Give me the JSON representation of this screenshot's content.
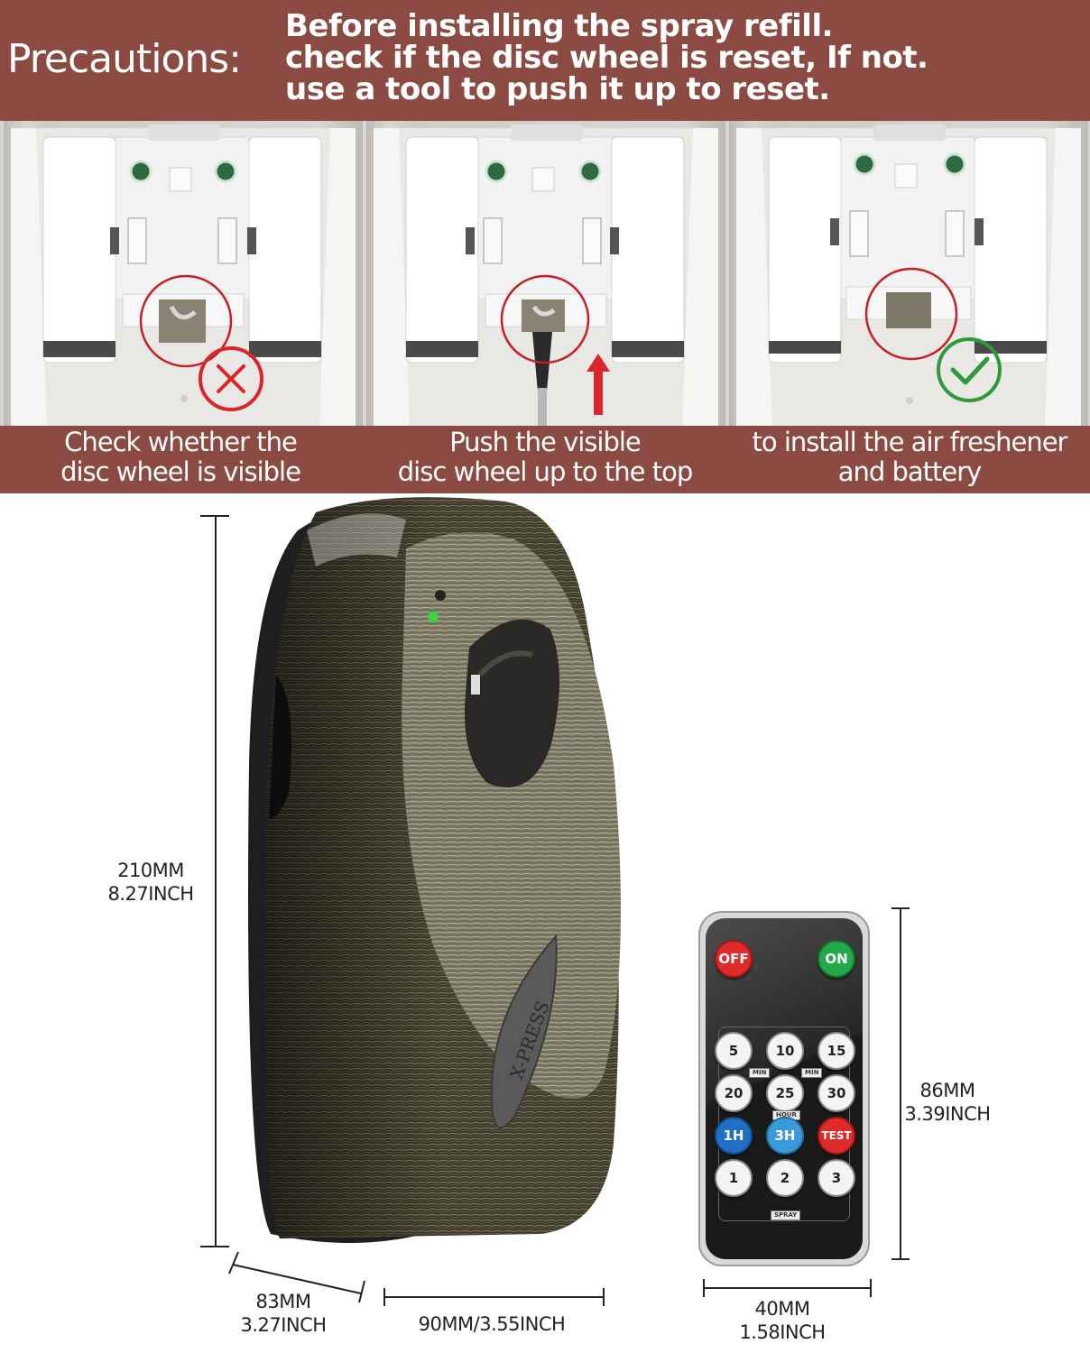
{
  "header": {
    "label": "Precautions:",
    "lines": [
      "Before installing the spray refill.",
      "check if the disc wheel is reset, If not.",
      "use a tool to push it up to reset."
    ]
  },
  "steps": [
    {
      "line1": "Check whether the",
      "line2": "disc wheel is visible",
      "mark": "cross-icon"
    },
    {
      "line1": "Push the visible",
      "line2": "disc wheel up to the top",
      "mark": "up-arrow-icon"
    },
    {
      "line1": "to install the air freshener",
      "line2": "and battery",
      "mark": "check-icon"
    }
  ],
  "device": {
    "brand": "X-PRESS",
    "height_mm": "210MM",
    "height_in": "8.27INCH",
    "depth_mm": "83MM",
    "depth_in": "3.27INCH",
    "width": "90MM/3.55INCH"
  },
  "remote": {
    "height_mm": "86MM",
    "height_in": "3.39INCH",
    "width_mm": "40MM",
    "width_in": "1.58INCH",
    "buttons": {
      "off": "OFF",
      "on": "ON",
      "m5": "5",
      "m10": "10",
      "m15": "15",
      "m20": "20",
      "m25": "25",
      "m30": "30",
      "h1": "1H",
      "h3": "3H",
      "test": "TEST",
      "s1": "1",
      "s2": "2",
      "s3": "3"
    },
    "tags": {
      "min_a": "MIN",
      "min_b": "MIN",
      "hour": "HOUR",
      "spray": "SPRAY"
    }
  },
  "colors": {
    "band": "#8b4a42",
    "error_mark": "#d9262b",
    "ok_mark": "#2e9a3a"
  }
}
